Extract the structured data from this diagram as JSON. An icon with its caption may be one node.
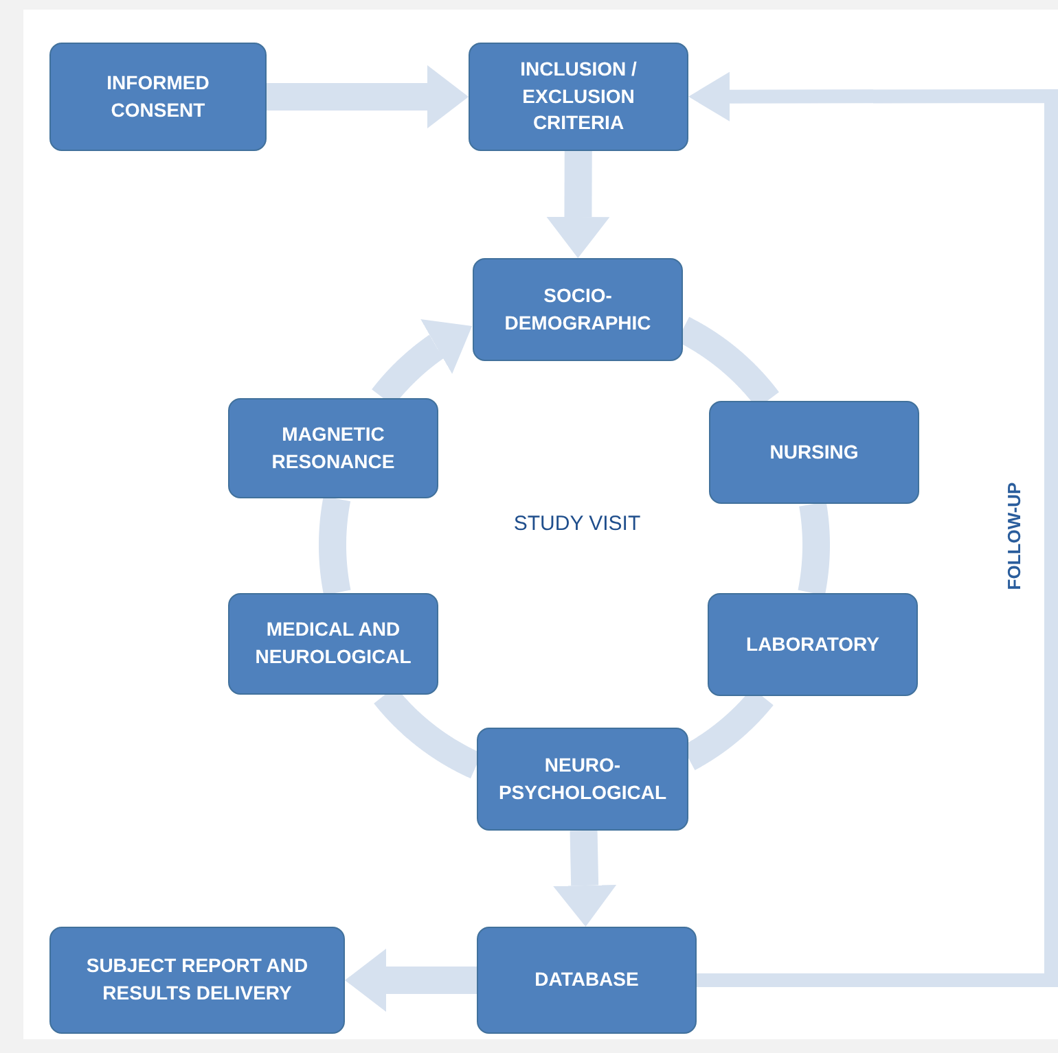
{
  "diagram": {
    "nodes": [
      {
        "text": [
          "INFORMED CONSENT"
        ]
      },
      {
        "text": [
          "INCLUSION / EXCLUSION CRITERIA"
        ]
      },
      {
        "text": [
          "SOCIO-DEMOGRAPHIC"
        ]
      },
      {
        "text": [
          "MAGNETIC RESONANCE"
        ]
      },
      {
        "text": [
          "NURSING"
        ]
      },
      {
        "text": [
          "MEDICAL AND NEUROLOGICAL"
        ]
      },
      {
        "text": [
          "LABORATORY"
        ]
      },
      {
        "text": [
          "NEURO-PSYCHOLOGICAL"
        ]
      },
      {
        "text": [
          "SUBJECT REPORT AND RESULTS DELIVERY"
        ]
      },
      {
        "text": [
          "DATABASE"
        ]
      }
    ],
    "edges": [
      {
        "from": 0,
        "to": 1,
        "arrow": "to"
      },
      {
        "from": 1,
        "to": 2,
        "arrow": "to"
      },
      {
        "from": 2,
        "to": 4,
        "arrow": "none"
      },
      {
        "from": 4,
        "to": 6,
        "arrow": "none"
      },
      {
        "from": 6,
        "to": 7,
        "arrow": "none"
      },
      {
        "from": 7,
        "to": 5,
        "arrow": "none"
      },
      {
        "from": 5,
        "to": 3,
        "arrow": "none"
      },
      {
        "from": 3,
        "to": 2,
        "arrow": "to"
      },
      {
        "from": 7,
        "to": 9,
        "arrow": "to"
      },
      {
        "from": 9,
        "to": 8,
        "arrow": "to"
      },
      {
        "from": 9,
        "to": 1,
        "arrow": "to",
        "label": "FOLLOW-UP"
      }
    ],
    "labels": [
      "STUDY VISIT"
    ]
  }
}
